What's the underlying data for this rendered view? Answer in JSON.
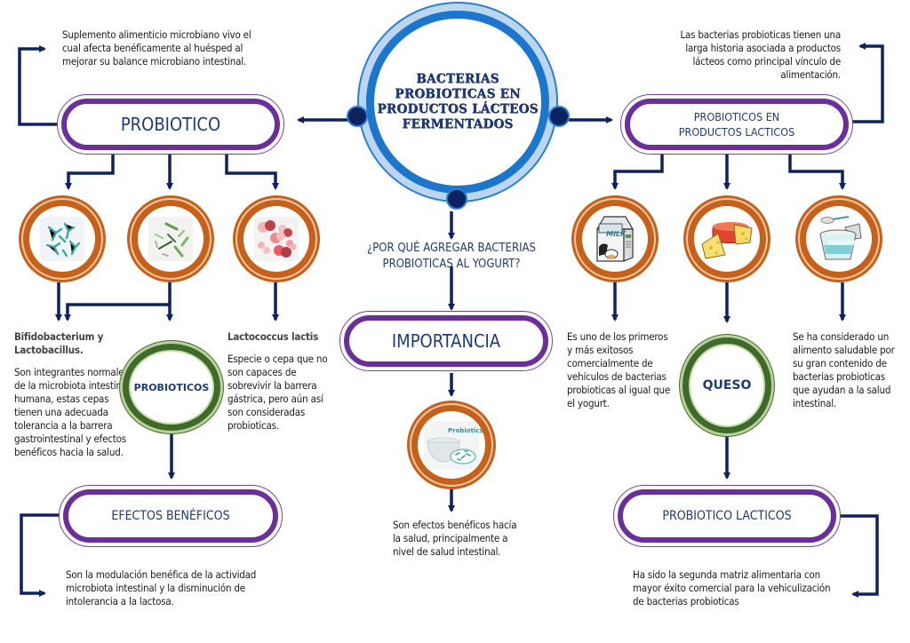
{
  "center": {
    "title_lines": [
      "BACTERIAS",
      "PROBIOTICAS EN",
      "PRODUCTOS LÁCTEOS",
      "FERMENTADOS"
    ]
  },
  "left": {
    "definition": "Suplemento alimenticio microbiano vivo el cual afecta benéficamente al huésped al mejorar su balance microbiano intestinal.",
    "pill_label": "PROBIOTICO",
    "images": [
      {
        "icon": "bifidobacterium-microscope-icon"
      },
      {
        "icon": "lactobacillus-microscope-icon"
      },
      {
        "icon": "lactococcus-microscope-icon"
      }
    ],
    "bifido": {
      "title": "Bifidobacterium y Lactobacillus.",
      "text": "Son integrantes normales de la microbiota intestinal humana, estas cepas tienen una adecuada tolerancia a la barrera gastrointestinal y efectos benéficos hacia la salud."
    },
    "probioticos_circle": "PROBIOTICOS",
    "lactococcus": {
      "title": "Lactococcus lactis",
      "text": "Especie o cepa que no son capaces de sobrevivir la barrera gástrica, pero aún así son consideradas probioticas."
    },
    "effects_pill": "EFECTOS BENÉFICOS",
    "effects_text": "Son la modulación benéfica de la actividad microbiota intestinal y la disminución de intolerancia a la lactosa."
  },
  "middle": {
    "question": "¿POR QUÉ AGREGAR BACTERIAS PROBIOTICAS AL YOGURT?",
    "pill_label": "IMPORTANCIA",
    "image": {
      "icon": "probiotic-bowl-icon",
      "caption": "Probiotics"
    },
    "text": "Son efectos benéficos hacía la salud, principalmente a nivel de salud intestinal."
  },
  "right": {
    "definition": "Las bacterias probioticas tienen una larga historia asociada a productos lácteos como principal vínculo de alimentación.",
    "pill_label_lines": [
      "PROBIOTICOS EN",
      "PRODUCTOS LACTICOS"
    ],
    "images": [
      {
        "icon": "milk-carton-icon",
        "label": "MILK"
      },
      {
        "icon": "cheese-icon"
      },
      {
        "icon": "yogurt-cup-icon",
        "label": "YOGURT"
      }
    ],
    "milk_text": "Es uno de los primeros y más exitosos comercialmente de vehículos de bacterias probioticas al igual que el yogurt.",
    "queso_circle": "QUESO",
    "yogurt_text": "Se ha considerado un alimento saludable por su gran contenido de bacterias probioticas que ayudan a la salud intestinal.",
    "lacticos_pill": "PROBIOTICO LACTICOS",
    "lacticos_text": "Ha sido la segunda matriz alimentaria con mayor éxito comercial para la vehiculización de bacterias probioticas"
  },
  "colors": {
    "navy": "#0e2260",
    "purple": "#6a2f9a",
    "orange": "#c5611a",
    "green": "#3f6a2a",
    "blue": "#1c76cc",
    "title_blue": "#1e3a78"
  }
}
